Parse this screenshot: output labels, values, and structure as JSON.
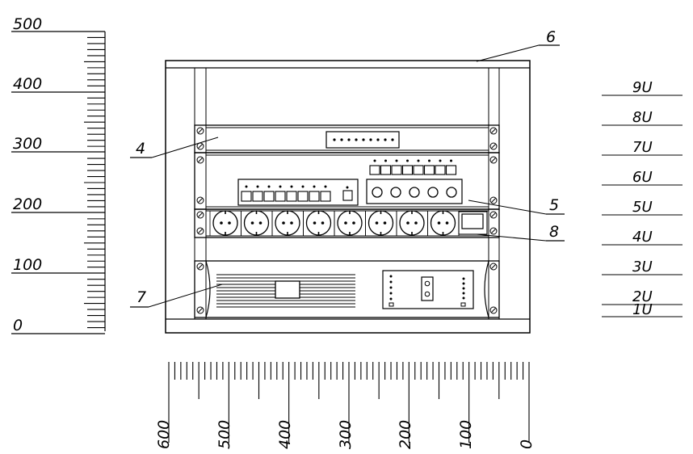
{
  "vertical_scale": {
    "labels": [
      "500",
      "400",
      "300",
      "200",
      "100",
      "0"
    ]
  },
  "horizontal_scale": {
    "labels": [
      "600",
      "500",
      "400",
      "300",
      "200",
      "100",
      "0"
    ]
  },
  "unit_labels": [
    "9U",
    "8U",
    "7U",
    "6U",
    "5U",
    "4U",
    "3U",
    "2U",
    "1U"
  ],
  "callouts": {
    "c4": "4",
    "c5": "5",
    "c6": "6",
    "c7": "7",
    "c8": "8"
  },
  "devices": {
    "sockets_count": 8,
    "leds_top_panel": 9,
    "buttons_left_panel": 8,
    "buttons_right_panel": 8,
    "knobs": 5
  }
}
